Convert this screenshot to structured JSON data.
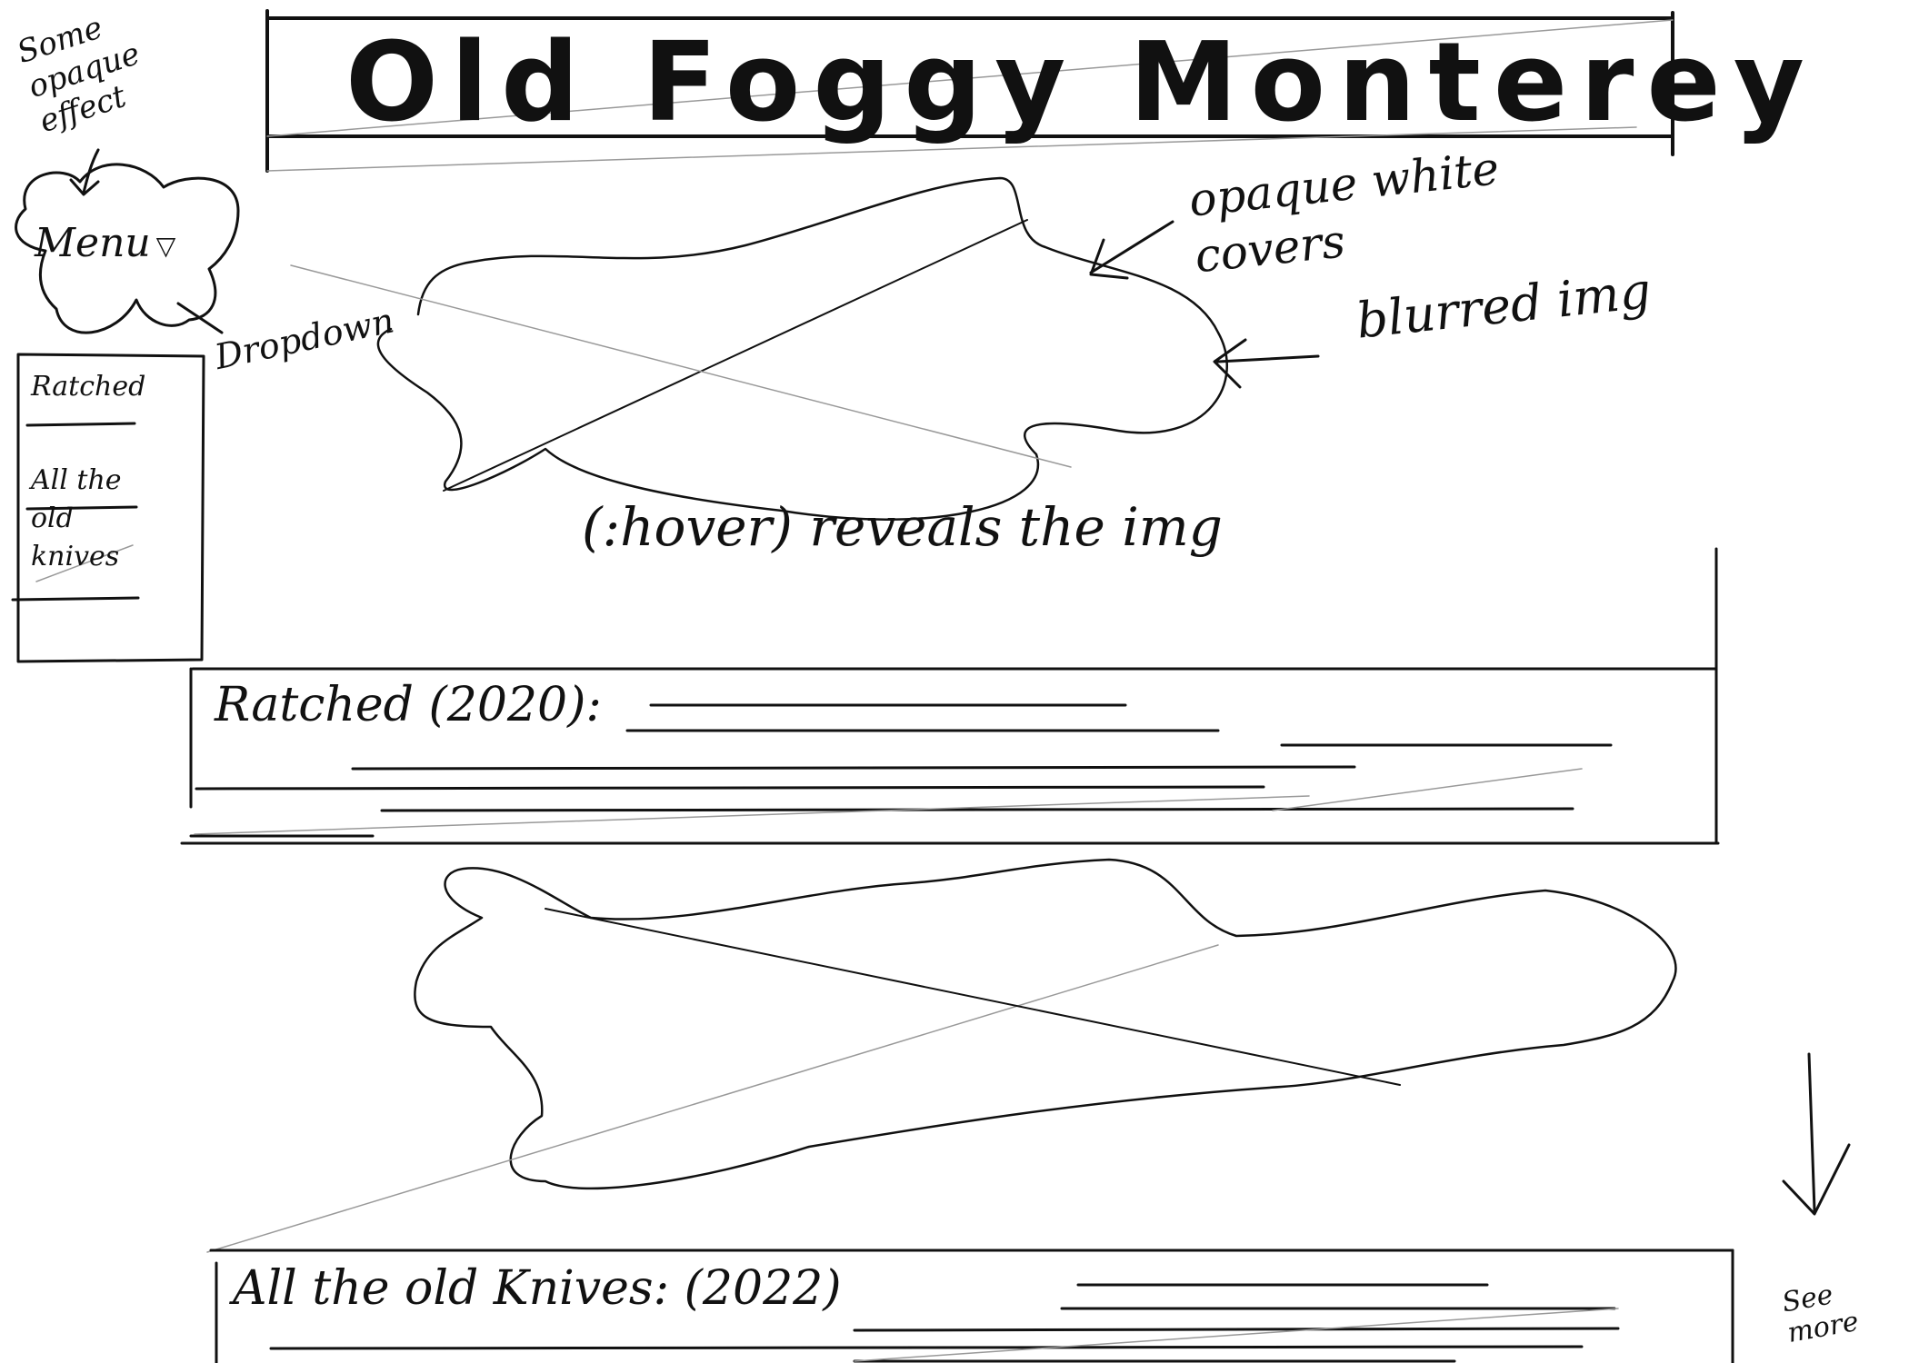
{
  "header": {
    "title": "Old Foggy Monterey"
  },
  "nav": {
    "menu_label": "Menu",
    "menu_arrow": "▽",
    "items": [
      {
        "label": "Ratched"
      },
      {
        "label": "All the old knives"
      }
    ]
  },
  "annotations": {
    "opaque_effect": "Some opaque effect",
    "dropdown": "Dropdown",
    "opaque_white_covers": "opaque white covers",
    "blurred_img": "blurred img",
    "hover_reveals": "(:hover) reveals the img",
    "see_more": "See more"
  },
  "sections": [
    {
      "heading": "Ratched (2020):"
    },
    {
      "heading": "All the old Knives: (2022)"
    }
  ]
}
